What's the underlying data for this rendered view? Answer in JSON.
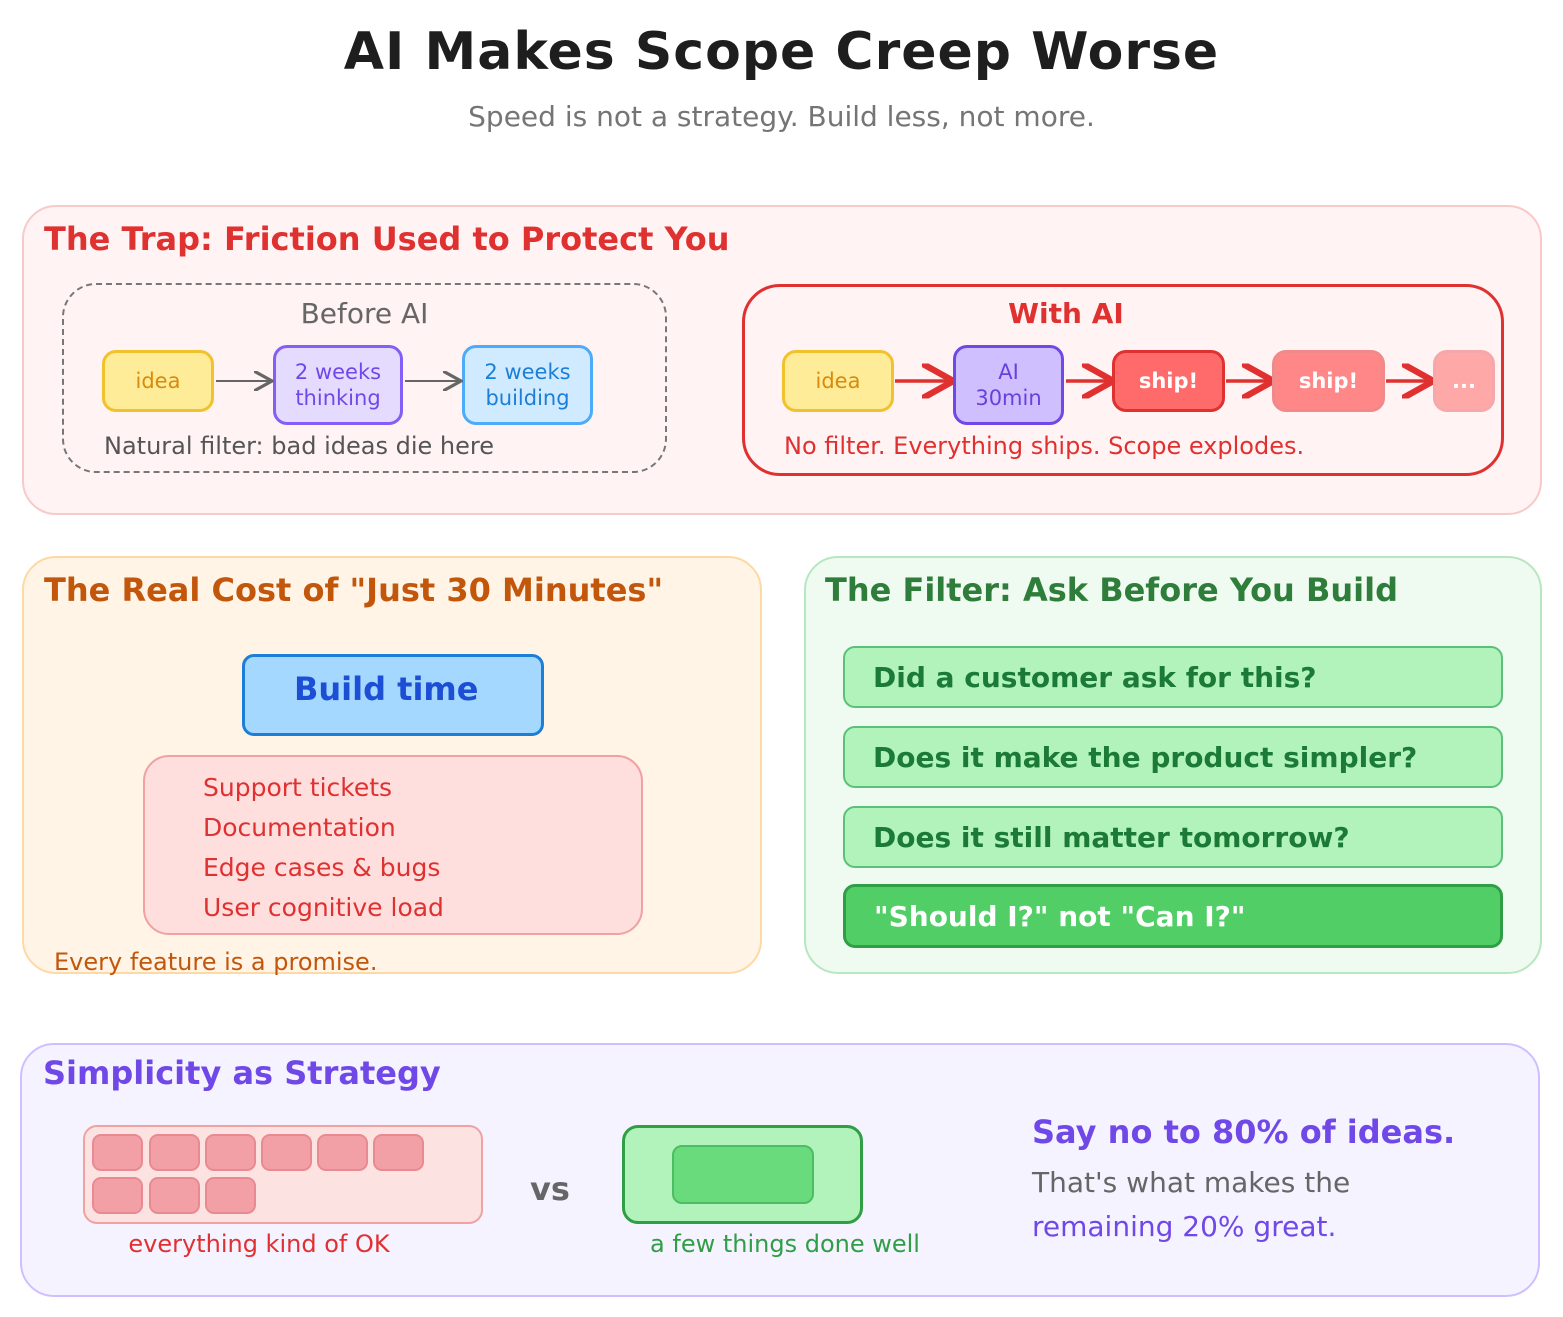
{
  "title": "AI Makes Scope Creep Worse",
  "subtitle": "Speed is not a strategy. Build less, not more.",
  "trap": {
    "title": "The Trap: Friction Used to Protect You",
    "before": {
      "label": "Before AI",
      "steps": [
        "idea",
        "2 weeks thinking",
        "2 weeks building"
      ],
      "note": "Natural filter: bad ideas die here"
    },
    "with_ai": {
      "label": "With AI",
      "steps": [
        "idea",
        "AI 30min",
        "ship!",
        "ship!",
        "..."
      ],
      "note": "No filter. Everything ships. Scope explodes."
    }
  },
  "cost": {
    "title": "The Real Cost of \"Just 30 Minutes\"",
    "build_label": "Build time",
    "hidden_items": [
      "Support tickets",
      "Documentation",
      "Edge cases & bugs",
      "User cognitive load"
    ],
    "footer": "Every feature is a promise."
  },
  "filter": {
    "title": "The Filter: Ask Before You Build",
    "questions": [
      "Did a customer ask for this?",
      "Does it make the product simpler?",
      "Does it still matter tomorrow?"
    ],
    "highlight": "\"Should I?\" not \"Can I?\""
  },
  "simplicity": {
    "title": "Simplicity as Strategy",
    "left_caption": "everything kind of OK",
    "vs": "vs",
    "right_caption": "a few things done well",
    "headline": "Say no to 80% of ideas.",
    "body": "That's what makes the",
    "body_accent": "remaining 20% great."
  },
  "colors": {
    "red": "#e03131",
    "orange": "#c2570c",
    "green": "#2f9e44",
    "purple": "#7048e8",
    "blue": "#1971c2"
  }
}
